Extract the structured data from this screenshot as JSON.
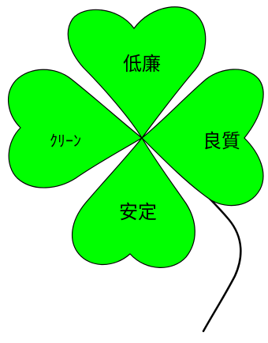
{
  "clover": {
    "leaf_color": "#00ff00",
    "outline_color": "#000000",
    "leaves": [
      {
        "id": "top",
        "label": "低廉"
      },
      {
        "id": "right",
        "label": "良質"
      },
      {
        "id": "bottom",
        "label": "安定"
      },
      {
        "id": "left",
        "label": "ｸﾘｰﾝ"
      }
    ]
  }
}
